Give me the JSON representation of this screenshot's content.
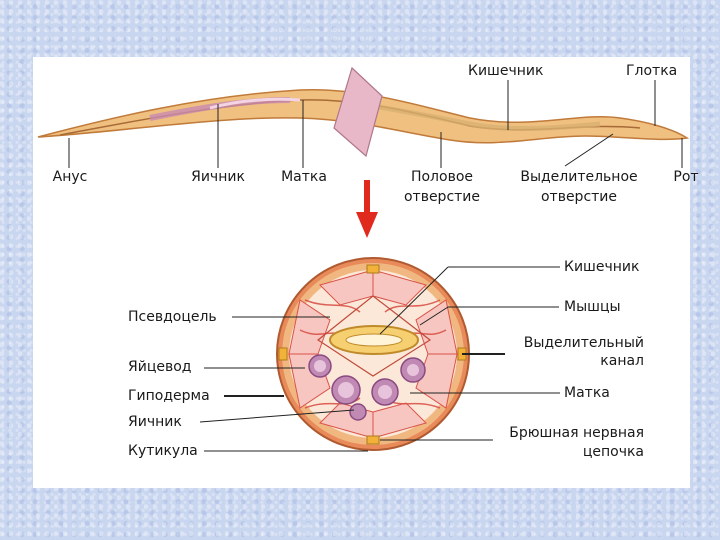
{
  "top_labels": {
    "anus": "Анус",
    "ovary": "Яичник",
    "uterus": "Матка",
    "genital_pore_1": "Половое",
    "genital_pore_2": "отверстие",
    "excretory_pore_1": "Выделительное",
    "excretory_pore_2": "отверстие",
    "mouth": "Рот",
    "intestine": "Кишечник",
    "pharynx": "Глотка"
  },
  "cross_labels": {
    "pseudocoel": "Псевдоцель",
    "oviduct": "Яйцевод",
    "hypodermis": "Гиподерма",
    "ovary": "Яичник",
    "cuticle": "Кутикула",
    "intestine": "Кишечник",
    "muscles": "Мышцы",
    "excretory_canal_1": "Выделительный",
    "excretory_canal_2": "канал",
    "uterus": "Матка",
    "nerve_cord_1": "Брюшная нервная",
    "nerve_cord_2": "цепочка"
  },
  "colors": {
    "background": "#c9d6ef",
    "body": "#e8a86a",
    "muscle": "#d9534a",
    "arrow": "#e02a1e",
    "cut_plane": "#e8b8c8"
  }
}
